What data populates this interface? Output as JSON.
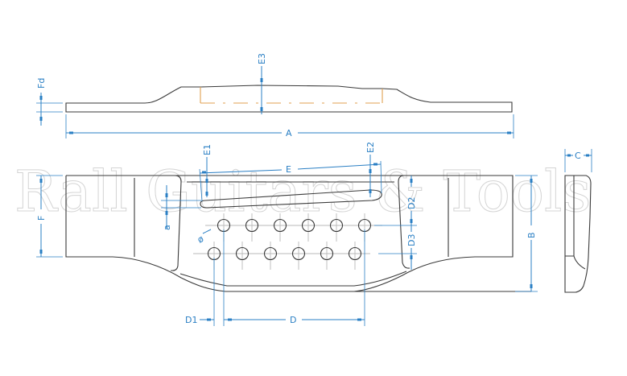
{
  "drawing": {
    "subject": "Acoustic guitar bridge – dimension drawing",
    "watermark": "Rall Guitars & Tools",
    "colors": {
      "outline": "#3a3a3a",
      "dimension": "#2a7fc4",
      "hidden_line": "#e0a050",
      "center_line": "#b8b8b8",
      "watermark": "#d4d4d4"
    },
    "views": {
      "side_view": {
        "dimensions": {
          "length": "A",
          "foot_height": "Fd",
          "saddle_slot_depth": "E3"
        }
      },
      "top_view": {
        "dimensions": {
          "width": "B",
          "foot_width": "F",
          "slot_length": "E",
          "slot_offset_bass": "E1",
          "slot_offset_treble": "E2",
          "slot_width": "a",
          "pin_hole_diameter": "ø",
          "pin_row_spacing_top": "D2",
          "pin_row_spacing_bottom": "D3",
          "pin_span": "D",
          "pin_offset": "D1"
        },
        "pin_holes": {
          "rows": 2,
          "per_row": 6
        }
      },
      "end_view": {
        "dimensions": {
          "thickness": "C"
        }
      }
    },
    "labels": {
      "A": "A",
      "B": "B",
      "C": "C",
      "D": "D",
      "D1": "D1",
      "D2": "D2",
      "D3": "D3",
      "E": "E",
      "E1": "E1",
      "E2": "E2",
      "E3": "E3",
      "F": "F",
      "Fd": "Fd",
      "a": "a",
      "phi": "ø"
    }
  }
}
